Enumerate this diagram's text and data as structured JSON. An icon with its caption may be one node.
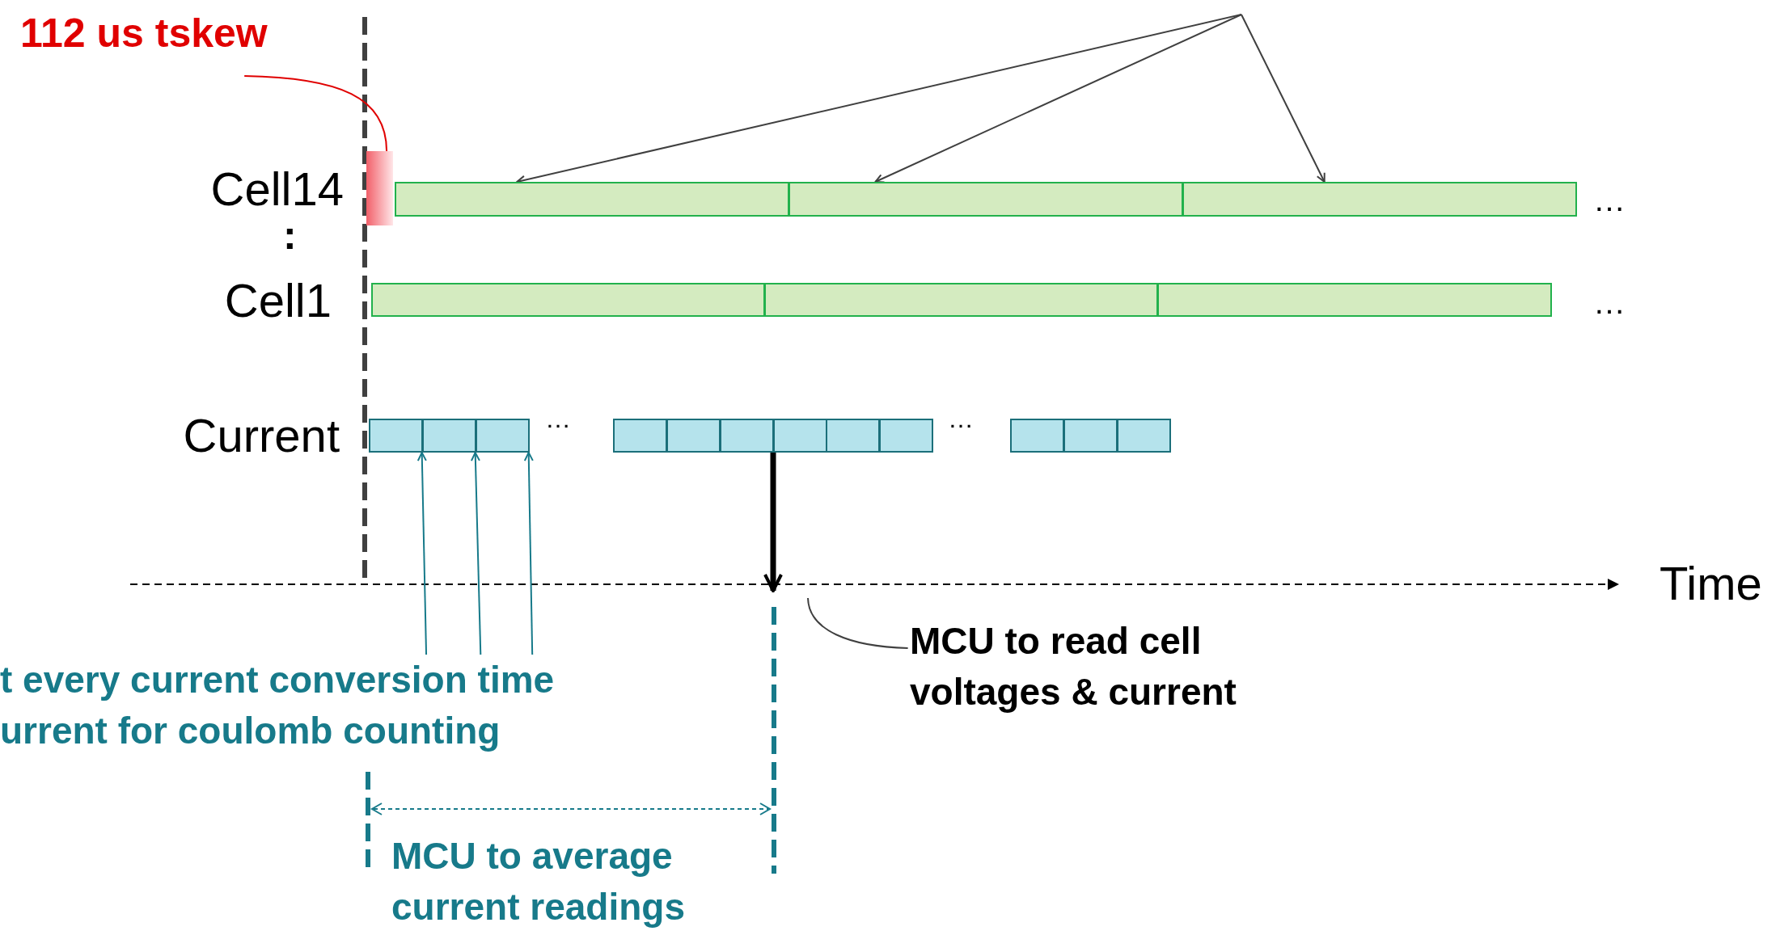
{
  "diagram": {
    "nodes": [
      {
        "text": [
          "112 us tskew"
        ]
      },
      {
        "text": [],
        "shape": "bar"
      },
      {
        "text": [],
        "shape": "bar"
      },
      {
        "text": [],
        "shape": "bar"
      },
      {
        "text": [],
        "shape": "bar"
      },
      {
        "text": [],
        "shape": "bar"
      },
      {
        "text": [],
        "shape": "bar"
      },
      {
        "text": [],
        "shape": "bar"
      },
      {
        "text": [],
        "shape": "box"
      },
      {
        "text": [],
        "shape": "box"
      },
      {
        "text": [],
        "shape": "box"
      },
      {
        "text": [],
        "shape": "box"
      },
      {
        "text": [],
        "shape": "box"
      },
      {
        "text": [],
        "shape": "box"
      },
      {
        "text": [],
        "shape": "box"
      },
      {
        "text": [],
        "shape": "box"
      },
      {
        "text": [],
        "shape": "box"
      },
      {
        "text": [],
        "shape": "box"
      },
      {
        "text": [],
        "shape": "box"
      },
      {
        "text": [],
        "shape": "box"
      },
      {
        "text": [
          "MCU to read cell voltages & current"
        ]
      },
      {
        "text": [
          "t every current conversion time urrent for coulomb counting"
        ]
      }
    ],
    "edges": [
      {
        "from": 0,
        "to": 1,
        "arrow": "none",
        "color": "#e00000"
      },
      {
        "from": null,
        "to": 2,
        "arrow": "to"
      },
      {
        "from": null,
        "to": 3,
        "arrow": "to"
      },
      {
        "from": null,
        "to": 4,
        "arrow": "to"
      },
      {
        "from": 21,
        "to": 8,
        "arrow": "to",
        "color": "#177a8a"
      },
      {
        "from": 21,
        "to": 9,
        "arrow": "to",
        "color": "#177a8a"
      },
      {
        "from": 21,
        "to": 10,
        "arrow": "to",
        "color": "#177a8a"
      },
      {
        "from": 14,
        "to": null,
        "arrow": "to",
        "style": "thick",
        "color": "#000000"
      },
      {
        "from": 20,
        "to": null,
        "arrow": "none"
      }
    ],
    "labels": [
      "Cell14",
      "…",
      ":",
      "Cell1",
      "…",
      "Current",
      "…",
      "…",
      "Time",
      "MCU to average current readings"
    ]
  }
}
